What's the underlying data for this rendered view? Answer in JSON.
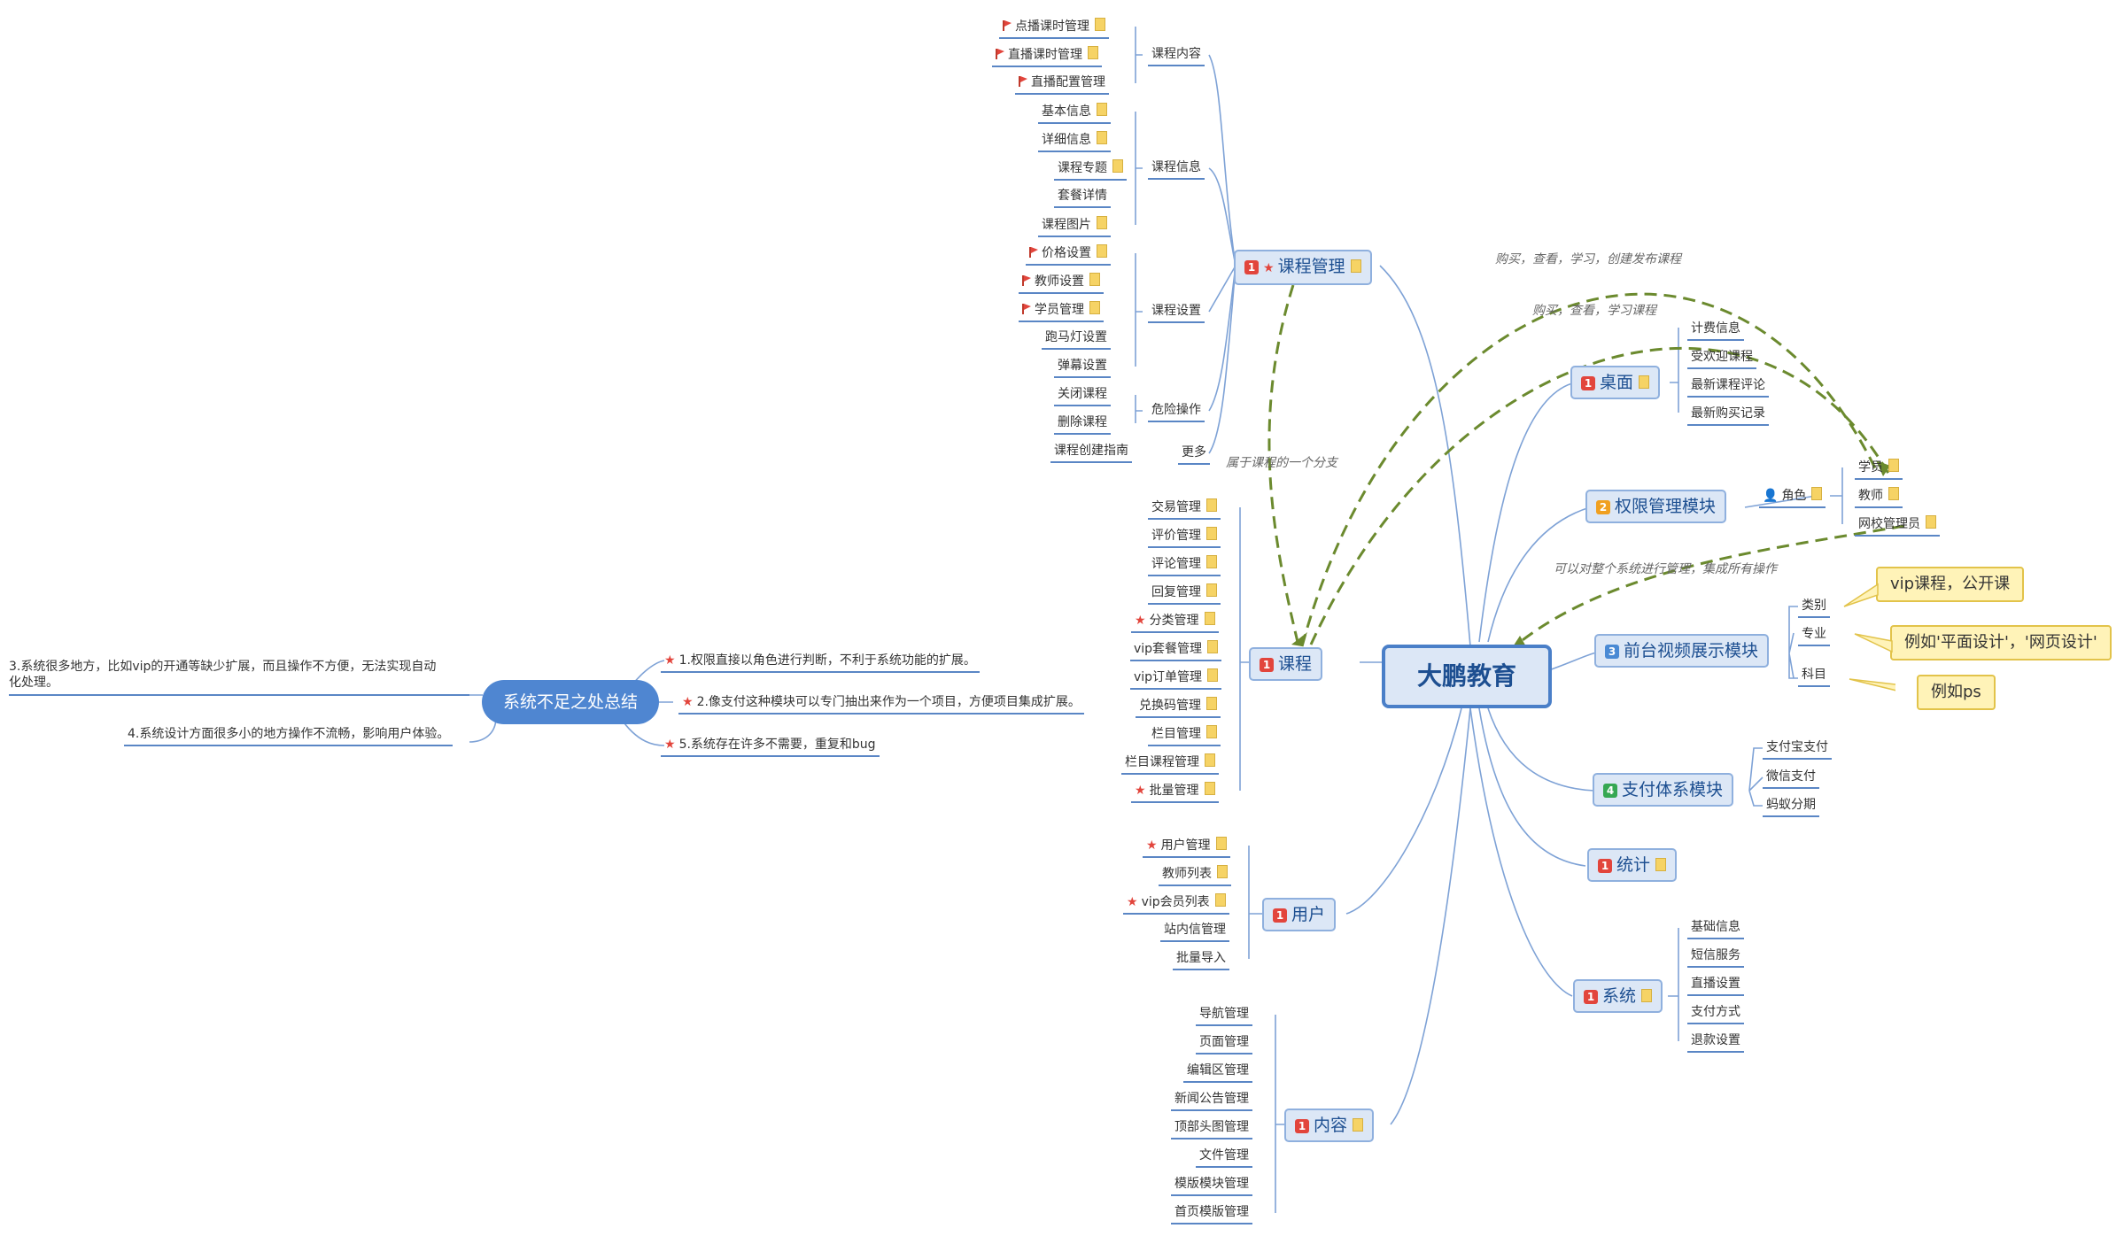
{
  "colors": {
    "line": "#5a86c5",
    "relation": "#6b8a2e",
    "topic_fill": "#dce7f6",
    "oval": "#4f86d1",
    "note": "#fff3b8"
  },
  "root": {
    "label": "大鹏教育"
  },
  "course_mgmt": {
    "label": "课程管理",
    "priority": "1",
    "groups": {
      "content": "课程内容",
      "info": "课程信息",
      "settings": "课程设置",
      "danger": "危险操作",
      "more": "更多"
    },
    "content_items": [
      "点播课时管理",
      "直播课时管理",
      "直播配置管理"
    ],
    "info_items": [
      "基本信息",
      "详细信息",
      "课程专题",
      "套餐详情",
      "课程图片"
    ],
    "settings_items": [
      "价格设置",
      "教师设置",
      "学员管理",
      "跑马灯设置",
      "弹幕设置"
    ],
    "danger_items": [
      "关闭课程",
      "删除课程"
    ],
    "more_items": [
      "课程创建指南"
    ]
  },
  "course": {
    "label": "课程",
    "priority": "1",
    "items": [
      "交易管理",
      "评价管理",
      "评论管理",
      "回复管理",
      "分类管理",
      "vip套餐管理",
      "vip订单管理",
      "兑换码管理",
      "栏目管理",
      "栏目课程管理",
      "批量管理"
    ]
  },
  "user": {
    "label": "用户",
    "priority": "1",
    "items": [
      "用户管理",
      "教师列表",
      "vip会员列表",
      "站内信管理",
      "批量导入"
    ]
  },
  "content": {
    "label": "内容",
    "priority": "1",
    "items": [
      "导航管理",
      "页面管理",
      "编辑区管理",
      "新闻公告管理",
      "顶部头图管理",
      "文件管理",
      "模版模块管理",
      "首页模版管理"
    ]
  },
  "desktop": {
    "label": "桌面",
    "priority": "1",
    "items": [
      "计费信息",
      "受欢迎课程",
      "最新课程评论",
      "最新购买记录"
    ]
  },
  "permission": {
    "label": "权限管理模块",
    "priority": "2",
    "role": "角色",
    "roles": [
      "学员",
      "教师",
      "网校管理员"
    ]
  },
  "frontend": {
    "label": "前台视频展示模块",
    "priority": "3",
    "items": [
      "类别",
      "专业",
      "科目"
    ],
    "notes": [
      "vip课程，公开课",
      "例如'平面设计'，'网页设计'",
      "例如ps"
    ]
  },
  "payment": {
    "label": "支付体系模块",
    "priority": "4",
    "items": [
      "支付宝支付",
      "微信支付",
      "蚂蚁分期"
    ]
  },
  "stats": {
    "label": "统计",
    "priority": "1"
  },
  "system": {
    "label": "系统",
    "priority": "1",
    "items": [
      "基础信息",
      "短信服务",
      "直播设置",
      "支付方式",
      "退款设置"
    ]
  },
  "relations": {
    "r1": "购买，查看，学习，创建发布课程",
    "r2": "购买，查看，学习课程",
    "r3": "属于课程的一个分支",
    "r4": "可以对整个系统进行管理，集成所有操作"
  },
  "summary": {
    "label": "系统不足之处总结",
    "items": [
      "1.权限直接以角色进行判断，不利于系统功能的扩展。",
      "2.像支付这种模块可以专门抽出来作为一个项目，方便项目集成扩展。",
      "5.系统存在许多不需要，重复和bug",
      "4.系统设计方面很多小的地方操作不流畅，影响用户体验。"
    ],
    "item3_line1": "3.系统很多地方，比如vip的开通等缺少扩展，而且操作不方便，无法实现自动",
    "item3_line2": "化处理。"
  }
}
